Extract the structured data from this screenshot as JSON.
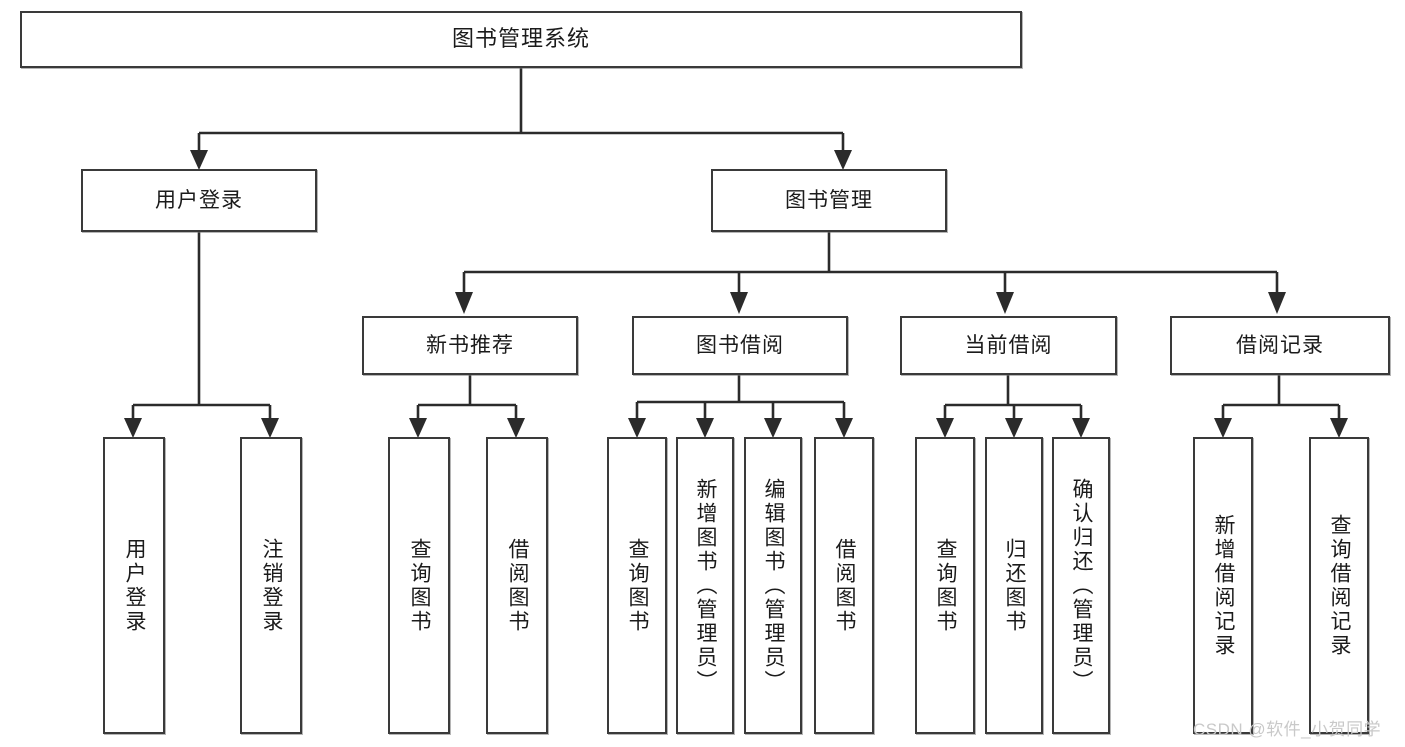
{
  "diagram": {
    "type": "tree",
    "title": "图书管理系统",
    "watermark": "CSDN @软件_小贺同学",
    "colors": {
      "box_border": "#3a3a3a",
      "box_fill": "#ffffff",
      "connector": "#2b2b2b",
      "text": "#1b1b1b",
      "watermark": "#c9c9c9",
      "background": "#ffffff"
    },
    "nodes": {
      "root": {
        "label": "图书管理系统"
      },
      "level1": [
        {
          "id": "user-login",
          "label": "用户登录"
        },
        {
          "id": "book-manage",
          "label": "图书管理"
        }
      ],
      "level2": [
        {
          "id": "new-book-recommend",
          "label": "新书推荐"
        },
        {
          "id": "book-borrow",
          "label": "图书借阅"
        },
        {
          "id": "current-borrow",
          "label": "当前借阅"
        },
        {
          "id": "borrow-record",
          "label": "借阅记录"
        }
      ],
      "leaves": {
        "user-login": [
          {
            "id": "leaf-user-login",
            "label": "用户登录"
          },
          {
            "id": "leaf-logout-login",
            "label": "注销登录"
          }
        ],
        "new-book-recommend": [
          {
            "id": "leaf-query-book-1",
            "label": "查询图书"
          },
          {
            "id": "leaf-borrow-book-1",
            "label": "借阅图书"
          }
        ],
        "book-borrow": [
          {
            "id": "leaf-query-book-2",
            "label": "查询图书"
          },
          {
            "id": "leaf-add-book",
            "label": "新增图书（管理员）"
          },
          {
            "id": "leaf-edit-book",
            "label": "编辑图书（管理员）"
          },
          {
            "id": "leaf-borrow-book-2",
            "label": "借阅图书"
          }
        ],
        "current-borrow": [
          {
            "id": "leaf-query-book-3",
            "label": "查询图书"
          },
          {
            "id": "leaf-return-book",
            "label": "归还图书"
          },
          {
            "id": "leaf-confirm-return",
            "label": "确认归还（管理员）"
          }
        ],
        "borrow-record": [
          {
            "id": "leaf-add-record",
            "label": "新增借阅记录"
          },
          {
            "id": "leaf-query-record",
            "label": "查询借阅记录"
          }
        ]
      }
    }
  }
}
